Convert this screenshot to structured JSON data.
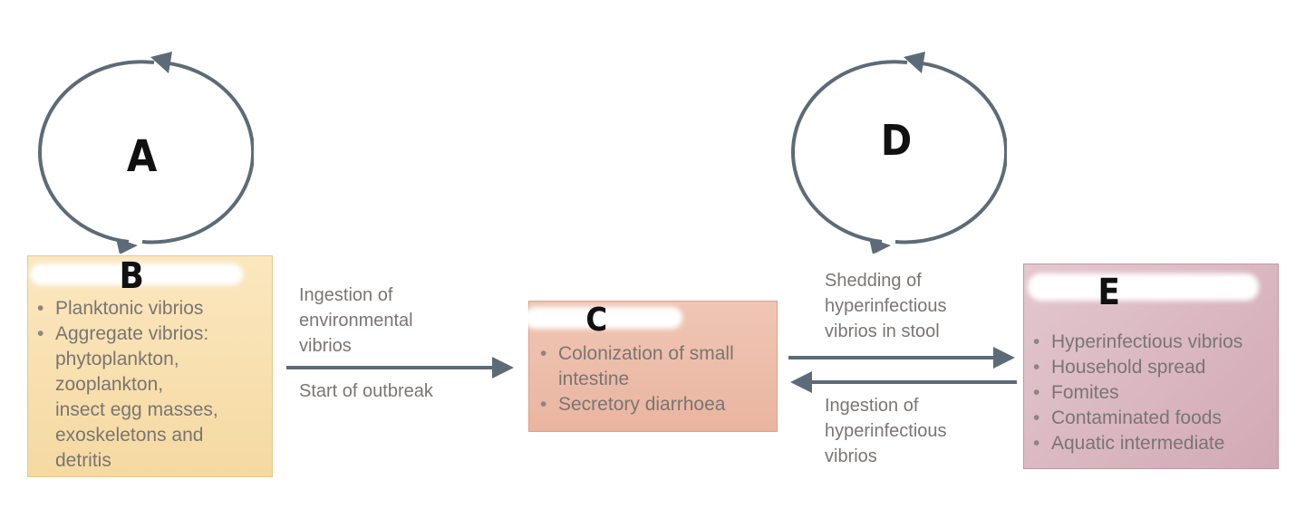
{
  "labels": {
    "a": "A",
    "b": "B",
    "c": "C",
    "d": "D",
    "e": "E"
  },
  "box_b": {
    "items": [
      "Planktonic vibrios",
      "Aggregate vibrios:\nphytoplankton,\nzooplankton,\ninsect egg masses,\nexoskeletons and\ndetritis"
    ]
  },
  "box_c": {
    "items": [
      "Colonization of small\nintestine",
      "Secretory diarrhoea"
    ]
  },
  "box_e": {
    "items": [
      "Hyperinfectious vibrios",
      "Household spread",
      "Fomites",
      "Contaminated foods",
      "Aquatic intermediate"
    ]
  },
  "flows": {
    "ingestion_env": "Ingestion of\nenvironmental\nvibrios",
    "start_outbreak": "Start of outbreak",
    "shedding": "Shedding of\nhyperinfectious\nvibrios in stool",
    "ingestion_hyper": "Ingestion of\nhyperinfectious\nvibrios"
  },
  "colors": {
    "arrow": "#5d6b78",
    "text": "#7a7572",
    "box_b": "#f5d9a1",
    "box_c": "#e9b5a0",
    "box_e": "#d2a9b5"
  },
  "icons": {
    "cycle_a": "circular-arrow-icon",
    "cycle_d": "circular-arrow-icon"
  }
}
